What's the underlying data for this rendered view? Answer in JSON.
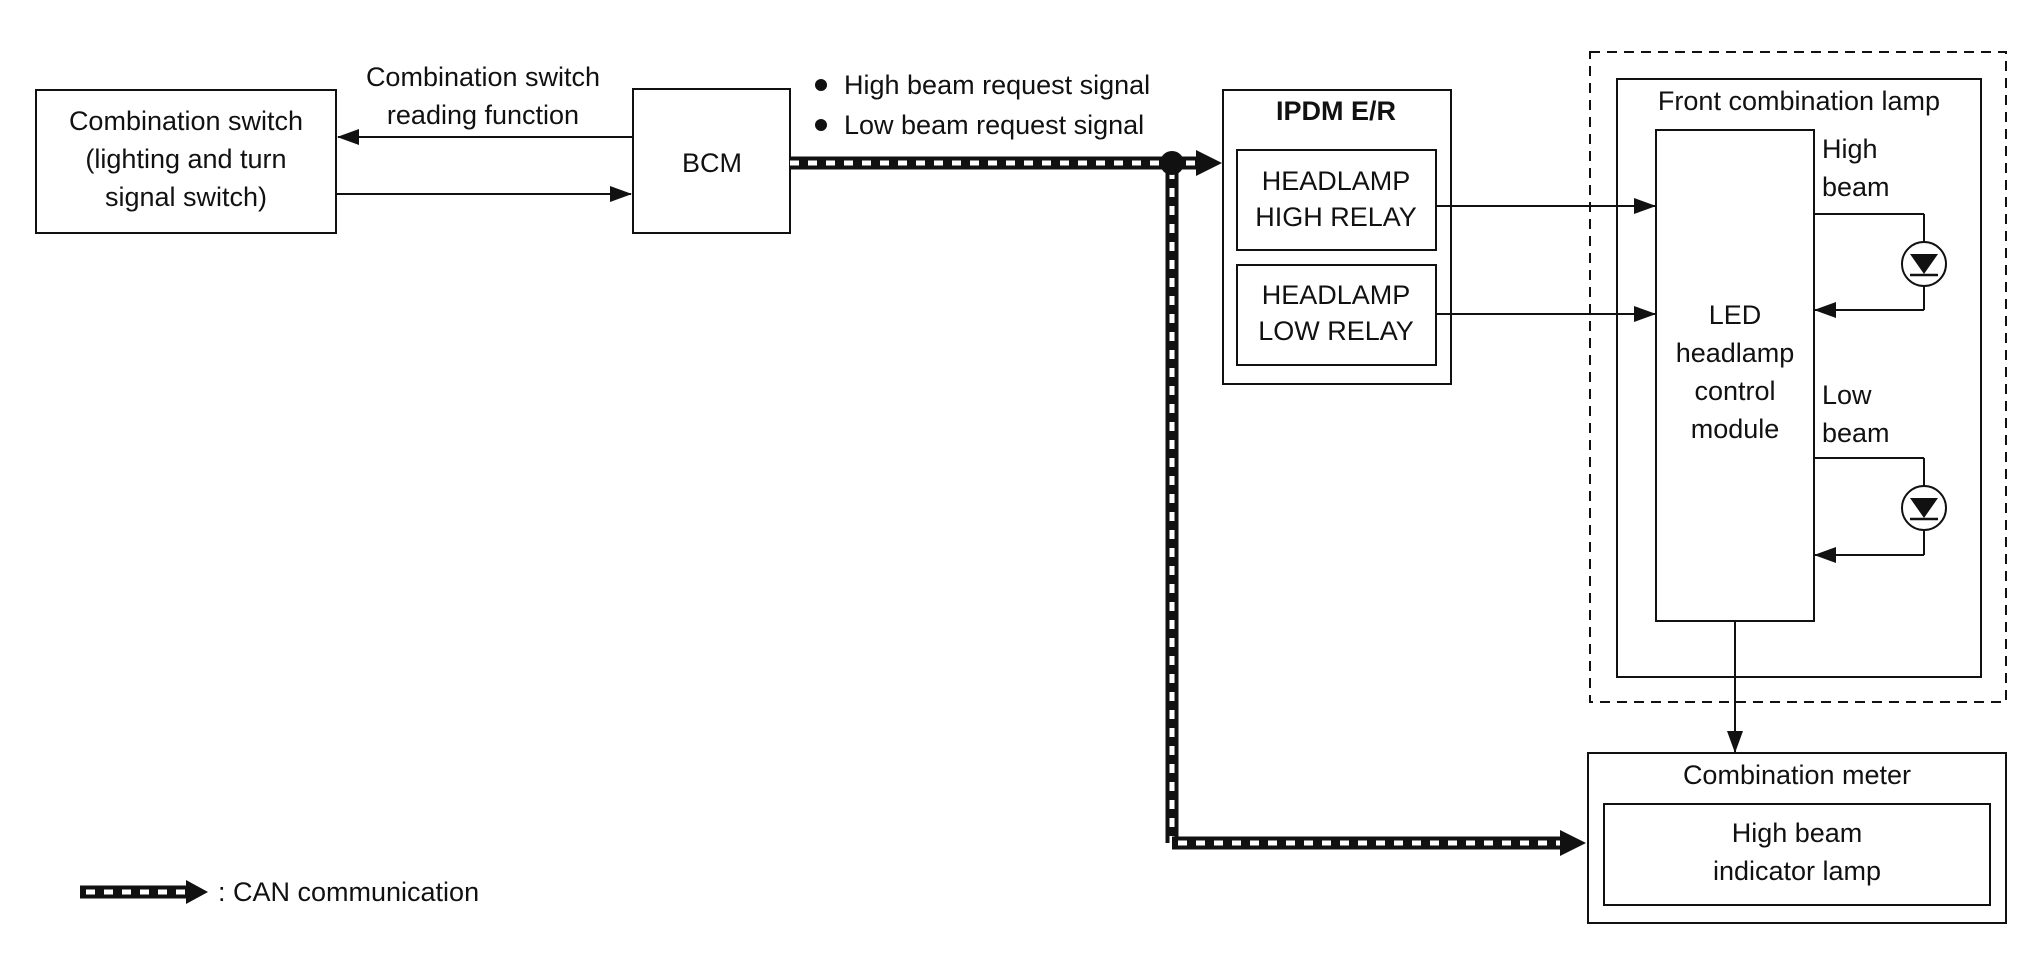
{
  "combination_switch": {
    "line1": "Combination switch",
    "line2": "(lighting and turn",
    "line3": "signal switch)"
  },
  "reading_function": {
    "line1": "Combination switch",
    "line2": "reading function"
  },
  "bcm": {
    "label": "BCM"
  },
  "can_signals": [
    "High beam request signal",
    "Low beam request signal"
  ],
  "ipdm": {
    "title": "IPDM E/R",
    "high_relay": {
      "line1": "HEADLAMP",
      "line2": "HIGH RELAY"
    },
    "low_relay": {
      "line1": "HEADLAMP",
      "line2": "LOW RELAY"
    }
  },
  "front_lamp": {
    "title": "Front combination lamp",
    "module": {
      "line1": "LED",
      "line2": "headlamp",
      "line3": "control",
      "line4": "module"
    },
    "high_beam": {
      "line1": "High",
      "line2": "beam"
    },
    "low_beam": {
      "line1": "Low",
      "line2": "beam"
    }
  },
  "combination_meter": {
    "title": "Combination meter",
    "indicator": {
      "line1": "High beam",
      "line2": "indicator lamp"
    }
  },
  "legend": {
    "label": ": CAN communication"
  },
  "colors": {
    "line": "#111111",
    "background": "#ffffff"
  }
}
